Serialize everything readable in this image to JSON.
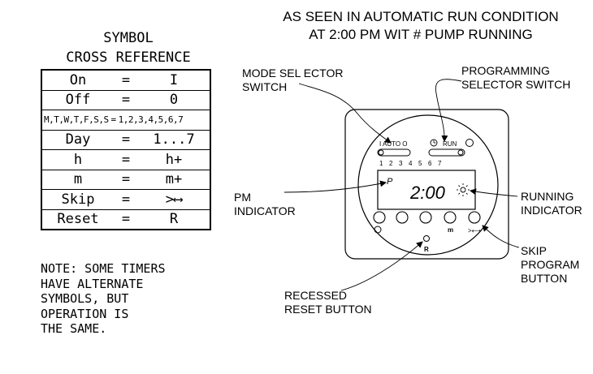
{
  "symbol_reference": {
    "title_line1": "SYMBOL",
    "title_line2": "CROSS REFERENCE",
    "rows": [
      {
        "symbol": "On",
        "eq": "=",
        "value": "I"
      },
      {
        "symbol": "Off",
        "eq": "=",
        "value": "0"
      },
      {
        "symbol": "M,T,W,T,F,S,S",
        "eq": "=",
        "value": "1,2,3,4,5,6,7"
      },
      {
        "symbol": "Day",
        "eq": "=",
        "value": "1...7"
      },
      {
        "symbol": "h",
        "eq": "=",
        "value": "h+"
      },
      {
        "symbol": "m",
        "eq": "=",
        "value": "m+"
      },
      {
        "symbol": "Skip",
        "eq": "=",
        "value": ">⟷"
      },
      {
        "symbol": "Reset",
        "eq": "=",
        "value": "R"
      }
    ],
    "note": "NOTE: SOME TIMERS\nHAVE ALTERNATE\nSYMBOLS, BUT\nOPERATION IS\nTHE SAME."
  },
  "header": {
    "line1": "AS SEEN IN AUTOMATIC RUN CONDITION",
    "line2": "AT 2:00 PM WIT # PUMP RUNNING"
  },
  "callouts": {
    "mode_selector": "MODE SEL ECTOR\nSWITCH",
    "programming_selector": "PROGRAMMING\nSELECTOR SWITCH",
    "pm_indicator": "PM\nINDICATOR",
    "running_indicator": "RUNNING\nINDICATOR",
    "skip_program": "SKIP\nPROGRAM\nBUTTON",
    "reset_button": "RECESSED\nRESET BUTTON"
  },
  "timer": {
    "mode_label": "I AUTO O",
    "run_label": "RUN",
    "day_numbers": [
      "1",
      "2",
      "3",
      "4",
      "5",
      "6",
      "7"
    ],
    "pm_mark": "P",
    "time_display": "2:00",
    "m_label": "m",
    "reset_label": "R",
    "skip_symbol": ">⟷"
  }
}
